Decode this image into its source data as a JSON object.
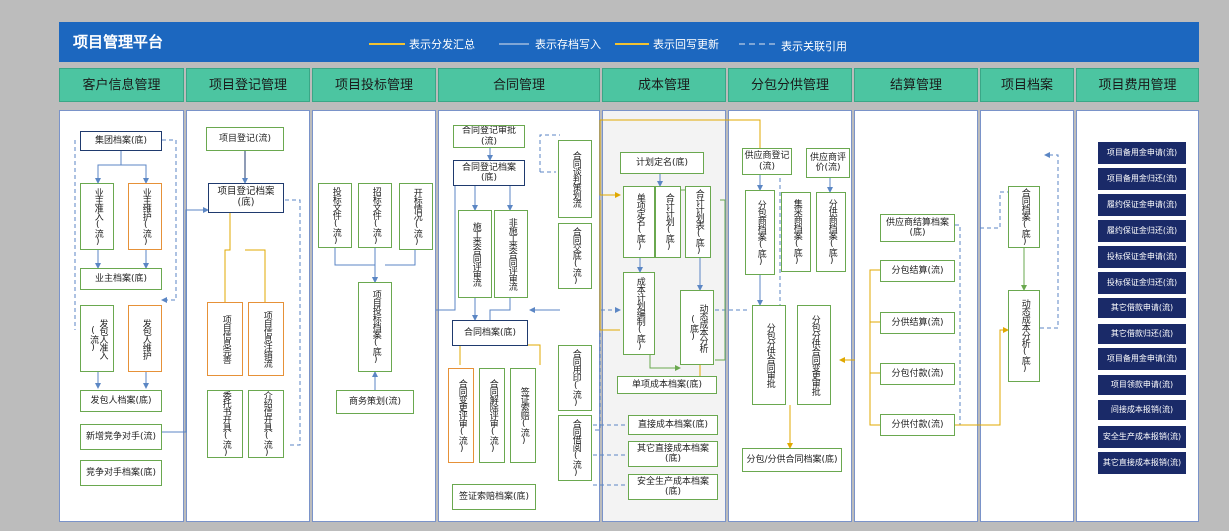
{
  "title": "项目管理平台",
  "legend": [
    {
      "label": "表示分发汇总",
      "color": "#f1c232"
    },
    {
      "label": "表示存档写入",
      "color": "#7fa6d6"
    },
    {
      "label": "表示回写更新",
      "color": "#f1c232"
    },
    {
      "label": "表示关联引用",
      "color": "#7fa6d6"
    }
  ],
  "columns": [
    "客户信息管理",
    "项目登记管理",
    "项目投标管理",
    "合同管理",
    "成本管理",
    "分包分供管理",
    "结算管理",
    "项目档案",
    "项目费用管理"
  ],
  "customer": {
    "group_archive": "集团档案(底)",
    "owner_entry": "业主准入(流)",
    "owner_maint": "业主维护(流)",
    "owner_archive": "业主档案(底)",
    "client_entry": "发包人准入(流)",
    "client_maint": "发包人维护",
    "client_archive": "发包人档案(底)",
    "new_rival": "新增竞争对手(流)",
    "rival_archive": "竞争对手档案(底)"
  },
  "register": {
    "reg": "项目登记(流)",
    "reg_archive": "项目登记档案(底)",
    "info_improve": "项目信息完善",
    "info_cancel": "项目信息注销流",
    "authorize": "委托书开具(流)",
    "intro": "介绍信开具(流)"
  },
  "bid": {
    "bid_doc": "投标文件(流)",
    "tender_doc": "招标文件(流)",
    "open_bid": "开标情况(流)",
    "bid_archive": "项目投标档案(底)",
    "business_plan": "商务策划(流)"
  },
  "contract": {
    "reg_review": "合同登记审批(流)",
    "reg_archive": "合同登记档案(底)",
    "construction_review": "施工类合同评审流",
    "non_construction_review": "非施工类合同评审流",
    "negotiation": "合同谈判策划流",
    "disclosure": "合同交底(流)",
    "archive": "合同档案(底)",
    "change_review": "合同变更评审(流)",
    "terminate_review": "合同解除评审(流)",
    "visa_claim": "签证索赔(流)",
    "seal": "合同用印(流)",
    "borrow": "合同借阅(流)",
    "visa_archive": "签证索赔档案(底)"
  },
  "cost": {
    "plan": "计划定名(底)",
    "single_naming": "单项定名(底)",
    "contract_calc": "合计计划(底)",
    "contract_calc2": "合计计划表(底)",
    "plan_cost": "成本计划编制(底)",
    "dynamic": "动态成本分析(底)",
    "single_archive": "单项成本档案(底)",
    "direct_archive": "直接成本档案(底)",
    "other_direct": "其它直接成本档案(底)",
    "safety_archive": "安全生产成本档案(底)"
  },
  "subcontract": {
    "supplier_reg": "供应商登记(流)",
    "supplier_eval": "供应商评价(流)",
    "sub_vendor_archive": "分包商档案(底)",
    "purchase_archive": "集采商档案(底)",
    "supply_archive": "分供商档案(底)",
    "sub_contract_review": "分包分供合同审批",
    "sub_change_review": "分包分供合同变更审批",
    "sub_archive": "分包/分供合同档案(底)"
  },
  "settle": {
    "supplier_settle": "供应商结算档案(底)",
    "sub_settle": "分包结算(流)",
    "supply_settle": "分供结算(流)",
    "sub_pay": "分包付款(流)",
    "supply_pay": "分供付款(流)"
  },
  "archive": {
    "contract_archive": "合同档案(底)",
    "dynamic_cost": "动态成本分析(底)"
  },
  "expense": [
    "项目备用金申请(流)",
    "项目备用金归还(流)",
    "履约保证金申请(流)",
    "履约保证金归还(流)",
    "投标保证金申请(流)",
    "投标保证金归还(流)",
    "其它借款申请(流)",
    "其它借款归还(流)",
    "项目备用金申请(流)",
    "项目领款申请(流)",
    "间接成本报销(流)",
    "安全生产成本报销(流)",
    "其它直接成本报销(流)"
  ]
}
